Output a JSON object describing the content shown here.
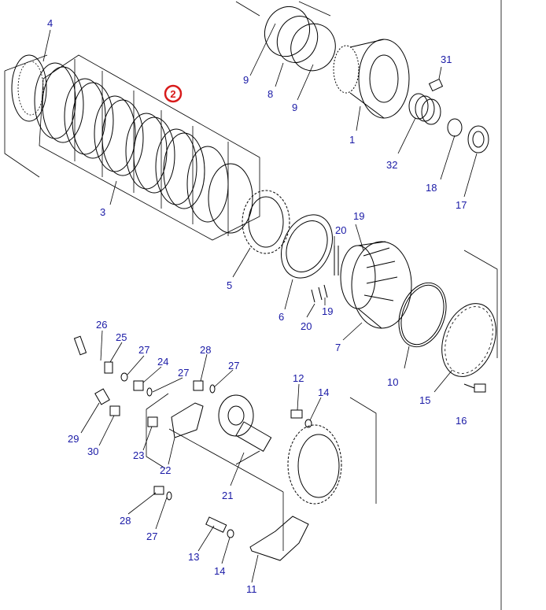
{
  "highlight": {
    "label": "2",
    "color": "#d81b1b"
  },
  "label_color": "#1a1aa6",
  "labels": {
    "p1": "1",
    "p3": "3",
    "p4": "4",
    "p5": "5",
    "p6": "6",
    "p7": "7",
    "p8": "8",
    "p9a": "9",
    "p9b": "9",
    "p10": "10",
    "p11": "11",
    "p12": "12",
    "p13": "13",
    "p14a": "14",
    "p14b": "14",
    "p15": "15",
    "p16": "16",
    "p17": "17",
    "p18": "18",
    "p19a": "19",
    "p19b": "19",
    "p20a": "20",
    "p20b": "20",
    "p21": "21",
    "p22": "22",
    "p23": "23",
    "p24": "24",
    "p25": "25",
    "p26": "26",
    "p27a": "27",
    "p27b": "27",
    "p27c": "27",
    "p27d": "27",
    "p28a": "28",
    "p28b": "28",
    "p29": "29",
    "p30": "30",
    "p31": "31",
    "p32": "32"
  }
}
